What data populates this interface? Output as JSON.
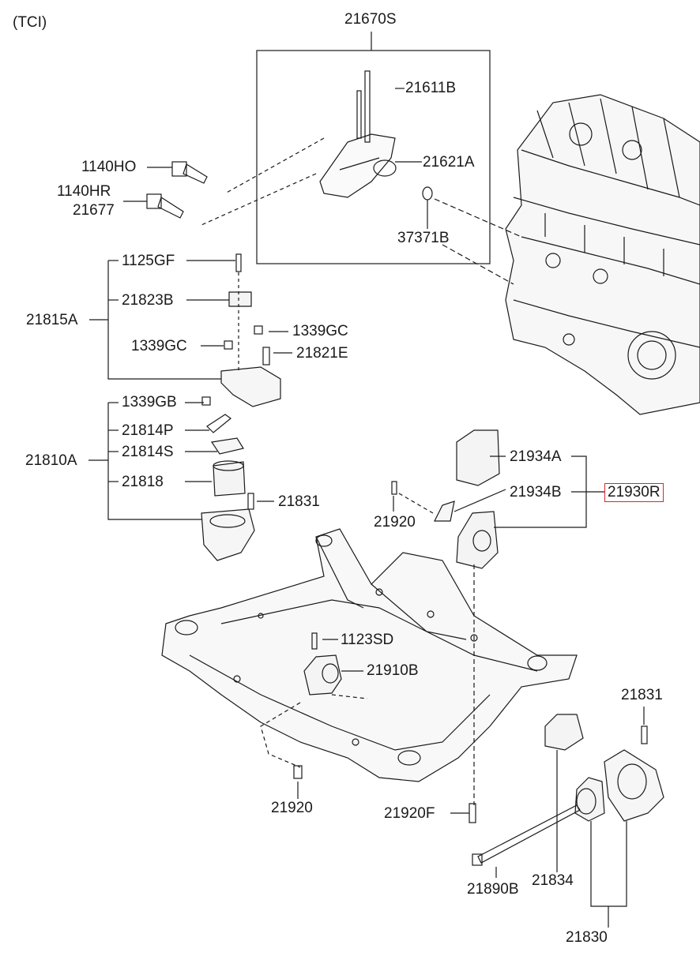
{
  "variant": "(TCI)",
  "highlight_color": "#d9262c",
  "labels": {
    "p21670S": "21670S",
    "p21611B": "21611B",
    "p21621A": "21621A",
    "p37371B": "37371B",
    "p1140HO": "1140HO",
    "p1140HR": "1140HR",
    "p21677": "21677",
    "p1125GF": "1125GF",
    "p21823B": "21823B",
    "p21815A": "21815A",
    "p1339GC_a": "1339GC",
    "p1339GC_b": "1339GC",
    "p21821E": "21821E",
    "p1339GB": "1339GB",
    "p21814P": "21814P",
    "p21814S": "21814S",
    "p21810A": "21810A",
    "p21818": "21818",
    "p21831_a": "21831",
    "p21934A": "21934A",
    "p21934B": "21934B",
    "p21930R": "21930R",
    "p21920_a": "21920",
    "p1123SD": "1123SD",
    "p21910B": "21910B",
    "p21831_b": "21831",
    "p21920_b": "21920",
    "p21920F": "21920F",
    "p21890B": "21890B",
    "p21834": "21834",
    "p21830": "21830"
  }
}
